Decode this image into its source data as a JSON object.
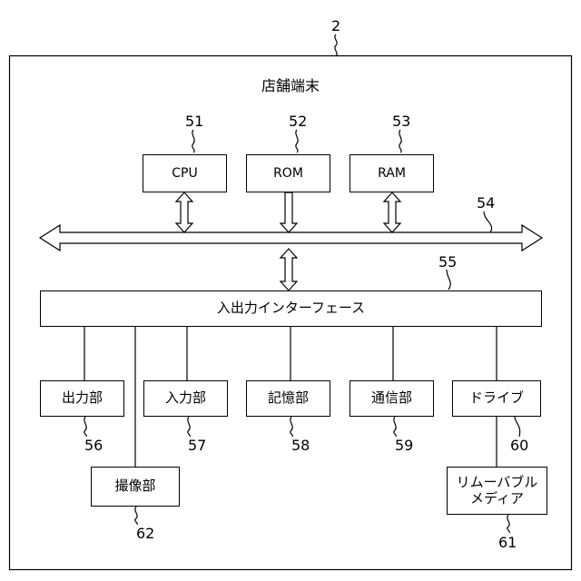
{
  "title": "店舗端末",
  "blocks": {
    "cpu": "CPU",
    "rom": "ROM",
    "ram": "RAM",
    "io_interface": "入出力インターフェース",
    "output_unit": "出力部",
    "input_unit": "入力部",
    "storage_unit": "記憶部",
    "communication_unit": "通信部",
    "drive": "ドライブ",
    "imaging_unit": "撮像部",
    "removable_media_line1": "リムーバブル",
    "removable_media_line2": "メディア"
  },
  "refs": {
    "terminal": "2",
    "cpu": "51",
    "rom": "52",
    "ram": "53",
    "bus": "54",
    "io_interface": "55",
    "output_unit": "56",
    "input_unit": "57",
    "storage_unit": "58",
    "communication_unit": "59",
    "drive": "60",
    "removable_media": "61",
    "imaging_unit": "62"
  }
}
